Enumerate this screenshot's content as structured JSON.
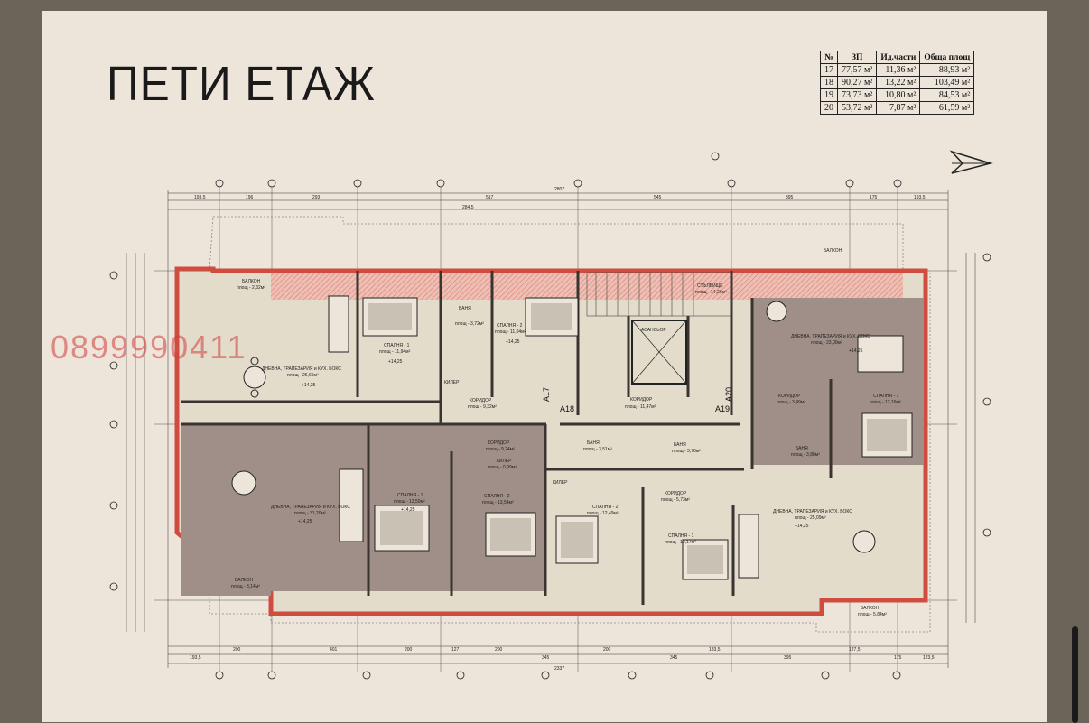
{
  "title": "ПЕТИ ЕТАЖ",
  "watermark_phone": "0899990411",
  "area_table": {
    "headers": [
      "№",
      "ЗП",
      "Ид.части",
      "Обща площ"
    ],
    "rows": [
      [
        "17",
        "77,57 м²",
        "11,36 м²",
        "88,93 м²"
      ],
      [
        "18",
        "90,27 м²",
        "13,22 м²",
        "103,49 м²"
      ],
      [
        "19",
        "73,73 м²",
        "10,80 м²",
        "84,53 м²"
      ],
      [
        "20",
        "53,72 м²",
        "7,87 м²",
        "61,59 м²"
      ]
    ]
  },
  "top_dims": [
    "193,5",
    "196",
    "293",
    "284,5",
    "517",
    "545",
    "395",
    "175",
    "193,5"
  ],
  "top_total": "2807",
  "bottom_dims": [
    "193,5",
    "200",
    "401",
    "200",
    "127",
    "200",
    "345",
    "200",
    "345",
    "183,5",
    "395",
    "127,5",
    "175",
    "123,5"
  ],
  "bottom_total": "2337",
  "apartments": [
    {
      "id": "А17"
    },
    {
      "id": "А18"
    },
    {
      "id": "А19"
    },
    {
      "id": "А20"
    }
  ],
  "rooms": [
    {
      "name": "БАЛКОН",
      "area": "площ - 2,32м²"
    },
    {
      "name": "ДНЕВНА, ТРАПЕЗАРИЯ и КУХ. БОКС",
      "area": "площ - 26,65м²"
    },
    {
      "name": "СПАЛНЯ - 1",
      "area": "площ - 11,94м²"
    },
    {
      "name": "БАНЯ",
      "area": "площ - 3,72м²"
    },
    {
      "name": "СПАЛНЯ - 2",
      "area": "площ - 11,04м²"
    },
    {
      "name": "КИЛЕР",
      "area": ""
    },
    {
      "name": "КОРИДОР",
      "area": "площ - 9,32м²"
    },
    {
      "name": "АСАНСЬОР",
      "area": ""
    },
    {
      "name": "КОРИДОР",
      "area": "площ - 11,47м²"
    },
    {
      "name": "СТЪЛБИЩЕ",
      "area": "площ - 14,26м²"
    },
    {
      "name": "ДНЕВНА, ТРАПЕЗАРИЯ и КУХ. БОКС",
      "area": "площ - 23,00м²"
    },
    {
      "name": "КОРИДОР",
      "area": "площ - 3,49м²"
    },
    {
      "name": "СПАЛНЯ - 1",
      "area": "площ - 12,16м²"
    },
    {
      "name": "БАНЯ",
      "area": "площ - 3,88м²"
    },
    {
      "name": "БАЛКОН",
      "area": ""
    },
    {
      "name": "КОРИДОР",
      "area": "площ - 9,24м²"
    },
    {
      "name": "КИЛЕР",
      "area": "площ - 0,99м²"
    },
    {
      "name": "БАНЯ",
      "area": "площ - 3,51м²"
    },
    {
      "name": "БАНЯ",
      "area": "площ - 3,76м²"
    },
    {
      "name": "ДНЕВНА, ТРАПЕЗАРИЯ и КУХ. БОКС",
      "area": "площ - 31,20м²"
    },
    {
      "name": "СПАЛНЯ - 1",
      "area": "площ - 13,50м²"
    },
    {
      "name": "СПАЛНЯ - 2",
      "area": "площ - 13,54м²"
    },
    {
      "name": "КИЛЕР",
      "area": ""
    },
    {
      "name": "СПАЛНЯ - 2",
      "area": "площ - 12,49м²"
    },
    {
      "name": "КОРИДОР",
      "area": "площ - 5,73м²"
    },
    {
      "name": "СПАЛНЯ - 1",
      "area": "площ - 10,17м²"
    },
    {
      "name": "ДНЕВНА, ТРАПЕЗАРИЯ и КУХ. БОКС",
      "area": "площ - 25,09м²"
    },
    {
      "name": "БАЛКОН",
      "area": "площ - 3,14м²"
    },
    {
      "name": "БАЛКОН",
      "area": "площ - 5,84м²"
    }
  ],
  "level_mark": "+14,25",
  "colors": {
    "sheet": "#ede5da",
    "frame": "#6b6459",
    "apartment_dark": "#a08e89",
    "apartment_light": "#e3dccb",
    "wall": "#3a3430",
    "hatch_red": "#e8766d"
  }
}
